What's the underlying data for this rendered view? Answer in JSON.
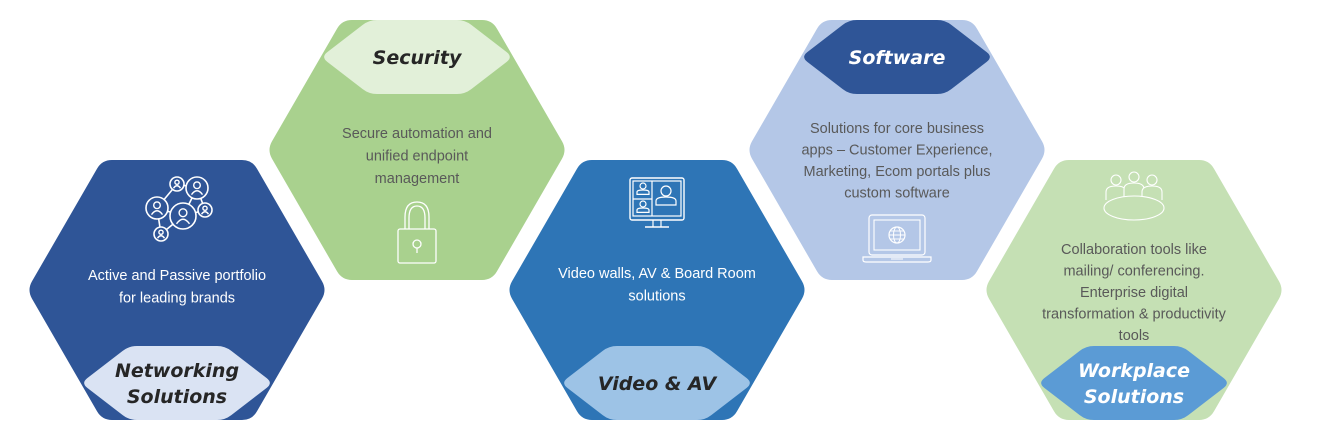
{
  "colors": {
    "background": "#ffffff",
    "dark_navy": "#2f5597",
    "medium_blue": "#2e75b6",
    "sky_blue": "#5b9bd5",
    "pale_blue": "#9dc3e6",
    "lavender_blue": "#b4c7e7",
    "very_pale_blue": "#dae3f3",
    "green": "#a9d18e",
    "light_green": "#c5e0b4",
    "pale_green": "#e2f0d9",
    "dark_text": "#262626",
    "gray_text": "#595959",
    "white_text": "#ffffff"
  },
  "segments": [
    {
      "id": "networking",
      "title_lines": [
        "Networking",
        "Solutions"
      ],
      "description_lines": [
        "Active and Passive portfolio",
        "for leading brands"
      ],
      "icon": "network-people-icon",
      "hex_color": "#2f5597",
      "label_color": "#dae3f3",
      "label_text_color": "#262626",
      "desc_text_color": "#ffffff",
      "icon_color": "#ffffff",
      "position": "bottom-row",
      "label_placement": "bottom"
    },
    {
      "id": "security",
      "title_lines": [
        "Security"
      ],
      "description_lines": [
        "Secure automation and",
        "unified endpoint",
        "management"
      ],
      "icon": "padlock-icon",
      "hex_color": "#a9d18e",
      "label_color": "#e2f0d9",
      "label_text_color": "#262626",
      "desc_text_color": "#595959",
      "icon_color": "#ffffff",
      "position": "top-row",
      "label_placement": "top"
    },
    {
      "id": "video-av",
      "title_lines": [
        "Video & AV"
      ],
      "description_lines": [
        "Video walls,  AV & Board Room",
        "solutions"
      ],
      "icon": "video-conference-monitor-icon",
      "hex_color": "#2e75b6",
      "label_color": "#9dc3e6",
      "label_text_color": "#262626",
      "desc_text_color": "#ffffff",
      "icon_color": "#ffffff",
      "position": "bottom-row",
      "label_placement": "bottom"
    },
    {
      "id": "software",
      "title_lines": [
        "Software"
      ],
      "description_lines": [
        "Solutions for core business",
        "apps – Customer Experience,",
        "Marketing, Ecom portals plus",
        "custom software"
      ],
      "icon": "laptop-globe-icon",
      "hex_color": "#b4c7e7",
      "label_color": "#2f5597",
      "label_text_color": "#ffffff",
      "desc_text_color": "#595959",
      "icon_color": "#ffffff",
      "position": "top-row",
      "label_placement": "top"
    },
    {
      "id": "workplace",
      "title_lines": [
        "Workplace",
        "Solutions"
      ],
      "description_lines": [
        "Collaboration tools like",
        "mailing/ conferencing.",
        "Enterprise digital",
        "transformation & productivity",
        "tools"
      ],
      "icon": "meeting-table-icon",
      "hex_color": "#c5e0b4",
      "label_color": "#5b9bd5",
      "label_text_color": "#ffffff",
      "desc_text_color": "#595959",
      "icon_color": "#ffffff",
      "position": "bottom-row",
      "label_placement": "bottom"
    }
  ]
}
